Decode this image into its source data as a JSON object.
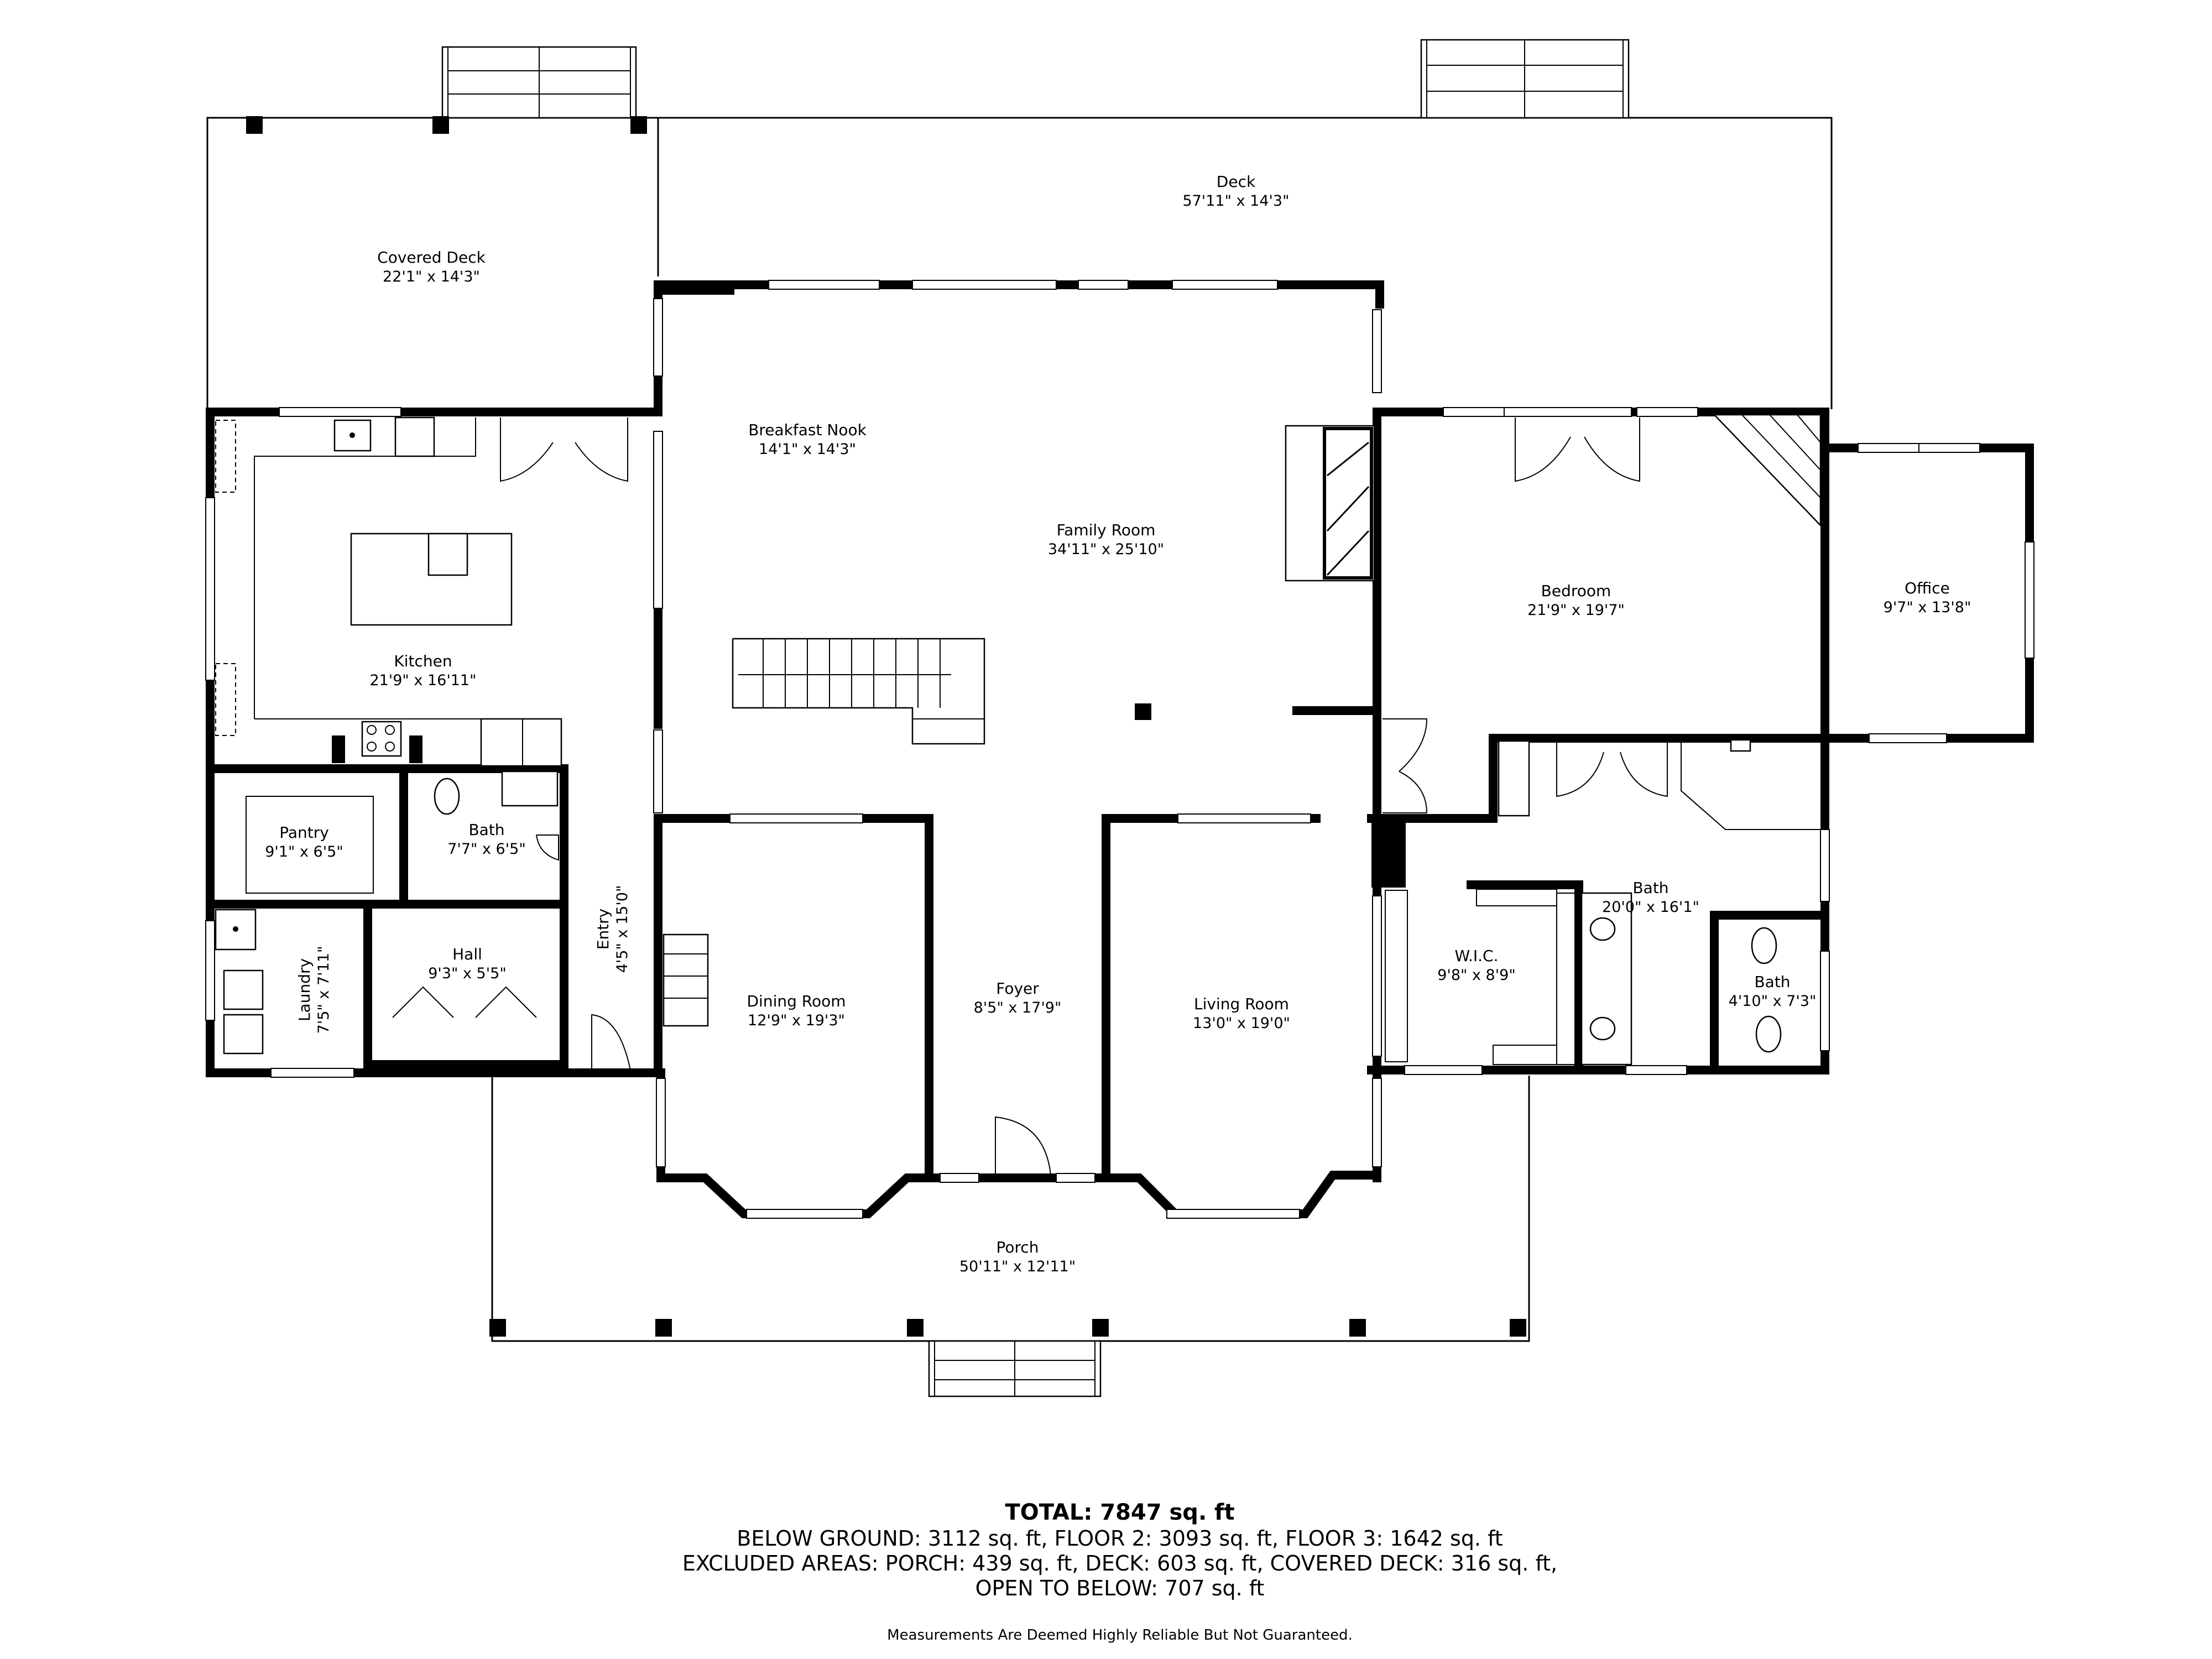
{
  "rooms": [
    {
      "id": "deck",
      "name": "Deck",
      "dims": "57'11\" x 14'3\""
    },
    {
      "id": "covered-deck",
      "name": "Covered Deck",
      "dims": "22'1\" x 14'3\""
    },
    {
      "id": "breakfast-nook",
      "name": "Breakfast Nook",
      "dims": "14'1\" x 14'3\""
    },
    {
      "id": "family-room",
      "name": "Family Room",
      "dims": "34'11\" x 25'10\""
    },
    {
      "id": "kitchen",
      "name": "Kitchen",
      "dims": "21'9\" x 16'11\""
    },
    {
      "id": "bedroom",
      "name": "Bedroom",
      "dims": "21'9\" x 19'7\""
    },
    {
      "id": "office",
      "name": "Office",
      "dims": "9'7\" x 13'8\""
    },
    {
      "id": "pantry",
      "name": "Pantry",
      "dims": "9'1\" x 6'5\""
    },
    {
      "id": "bath-1",
      "name": "Bath",
      "dims": "7'7\" x 6'5\""
    },
    {
      "id": "entry",
      "name": "Entry",
      "dims": "4'5\" x 15'0\""
    },
    {
      "id": "hall",
      "name": "Hall",
      "dims": "9'3\" x 5'5\""
    },
    {
      "id": "laundry",
      "name": "Laundry",
      "dims": "7'5\" x 7'11\""
    },
    {
      "id": "dining-room",
      "name": "Dining Room",
      "dims": "12'9\" x 19'3\""
    },
    {
      "id": "foyer",
      "name": "Foyer",
      "dims": "8'5\" x 17'9\""
    },
    {
      "id": "living-room",
      "name": "Living Room",
      "dims": "13'0\" x 19'0\""
    },
    {
      "id": "wic",
      "name": "W.I.C.",
      "dims": "9'8\" x 8'9\""
    },
    {
      "id": "bath-2",
      "name": "Bath",
      "dims": "20'0\" x 16'1\""
    },
    {
      "id": "bath-3",
      "name": "Bath",
      "dims": "4'10\" x 7'3\""
    },
    {
      "id": "porch",
      "name": "Porch",
      "dims": "50'11\" x 12'11\""
    }
  ],
  "summary": {
    "total": "TOTAL: 7847 sq. ft",
    "line1": "BELOW GROUND: 3112 sq. ft, FLOOR 2: 3093 sq. ft, FLOOR 3: 1642 sq. ft",
    "line2": "EXCLUDED AREAS: PORCH: 439 sq. ft, DECK: 603 sq. ft, COVERED DECK: 316 sq. ft,",
    "line3": "OPEN TO BELOW: 707 sq. ft",
    "disclaimer": "Measurements Are Deemed Highly Reliable But Not Guaranteed."
  }
}
